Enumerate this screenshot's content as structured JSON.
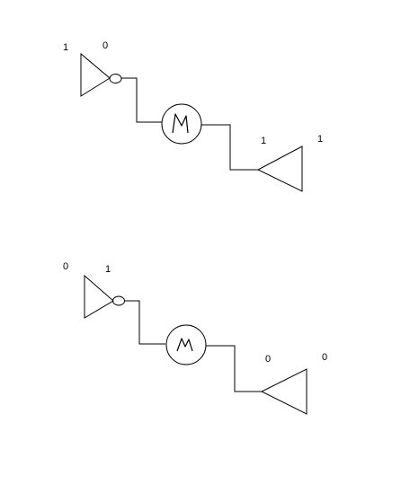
{
  "circuits": [
    {
      "inverter": {
        "input_label": "1",
        "output_label": "0"
      },
      "buffer": {
        "input_label": "1",
        "output_label": "1"
      }
    },
    {
      "inverter": {
        "input_label": "0",
        "output_label": "1"
      },
      "buffer": {
        "input_label": "0",
        "output_label": "0"
      }
    }
  ],
  "colors": {
    "background": "#ffffff",
    "ink": "#000000"
  },
  "icons": {
    "inverter": "not-gate-icon",
    "motor": "motor-icon",
    "buffer": "buffer-gate-icon"
  }
}
